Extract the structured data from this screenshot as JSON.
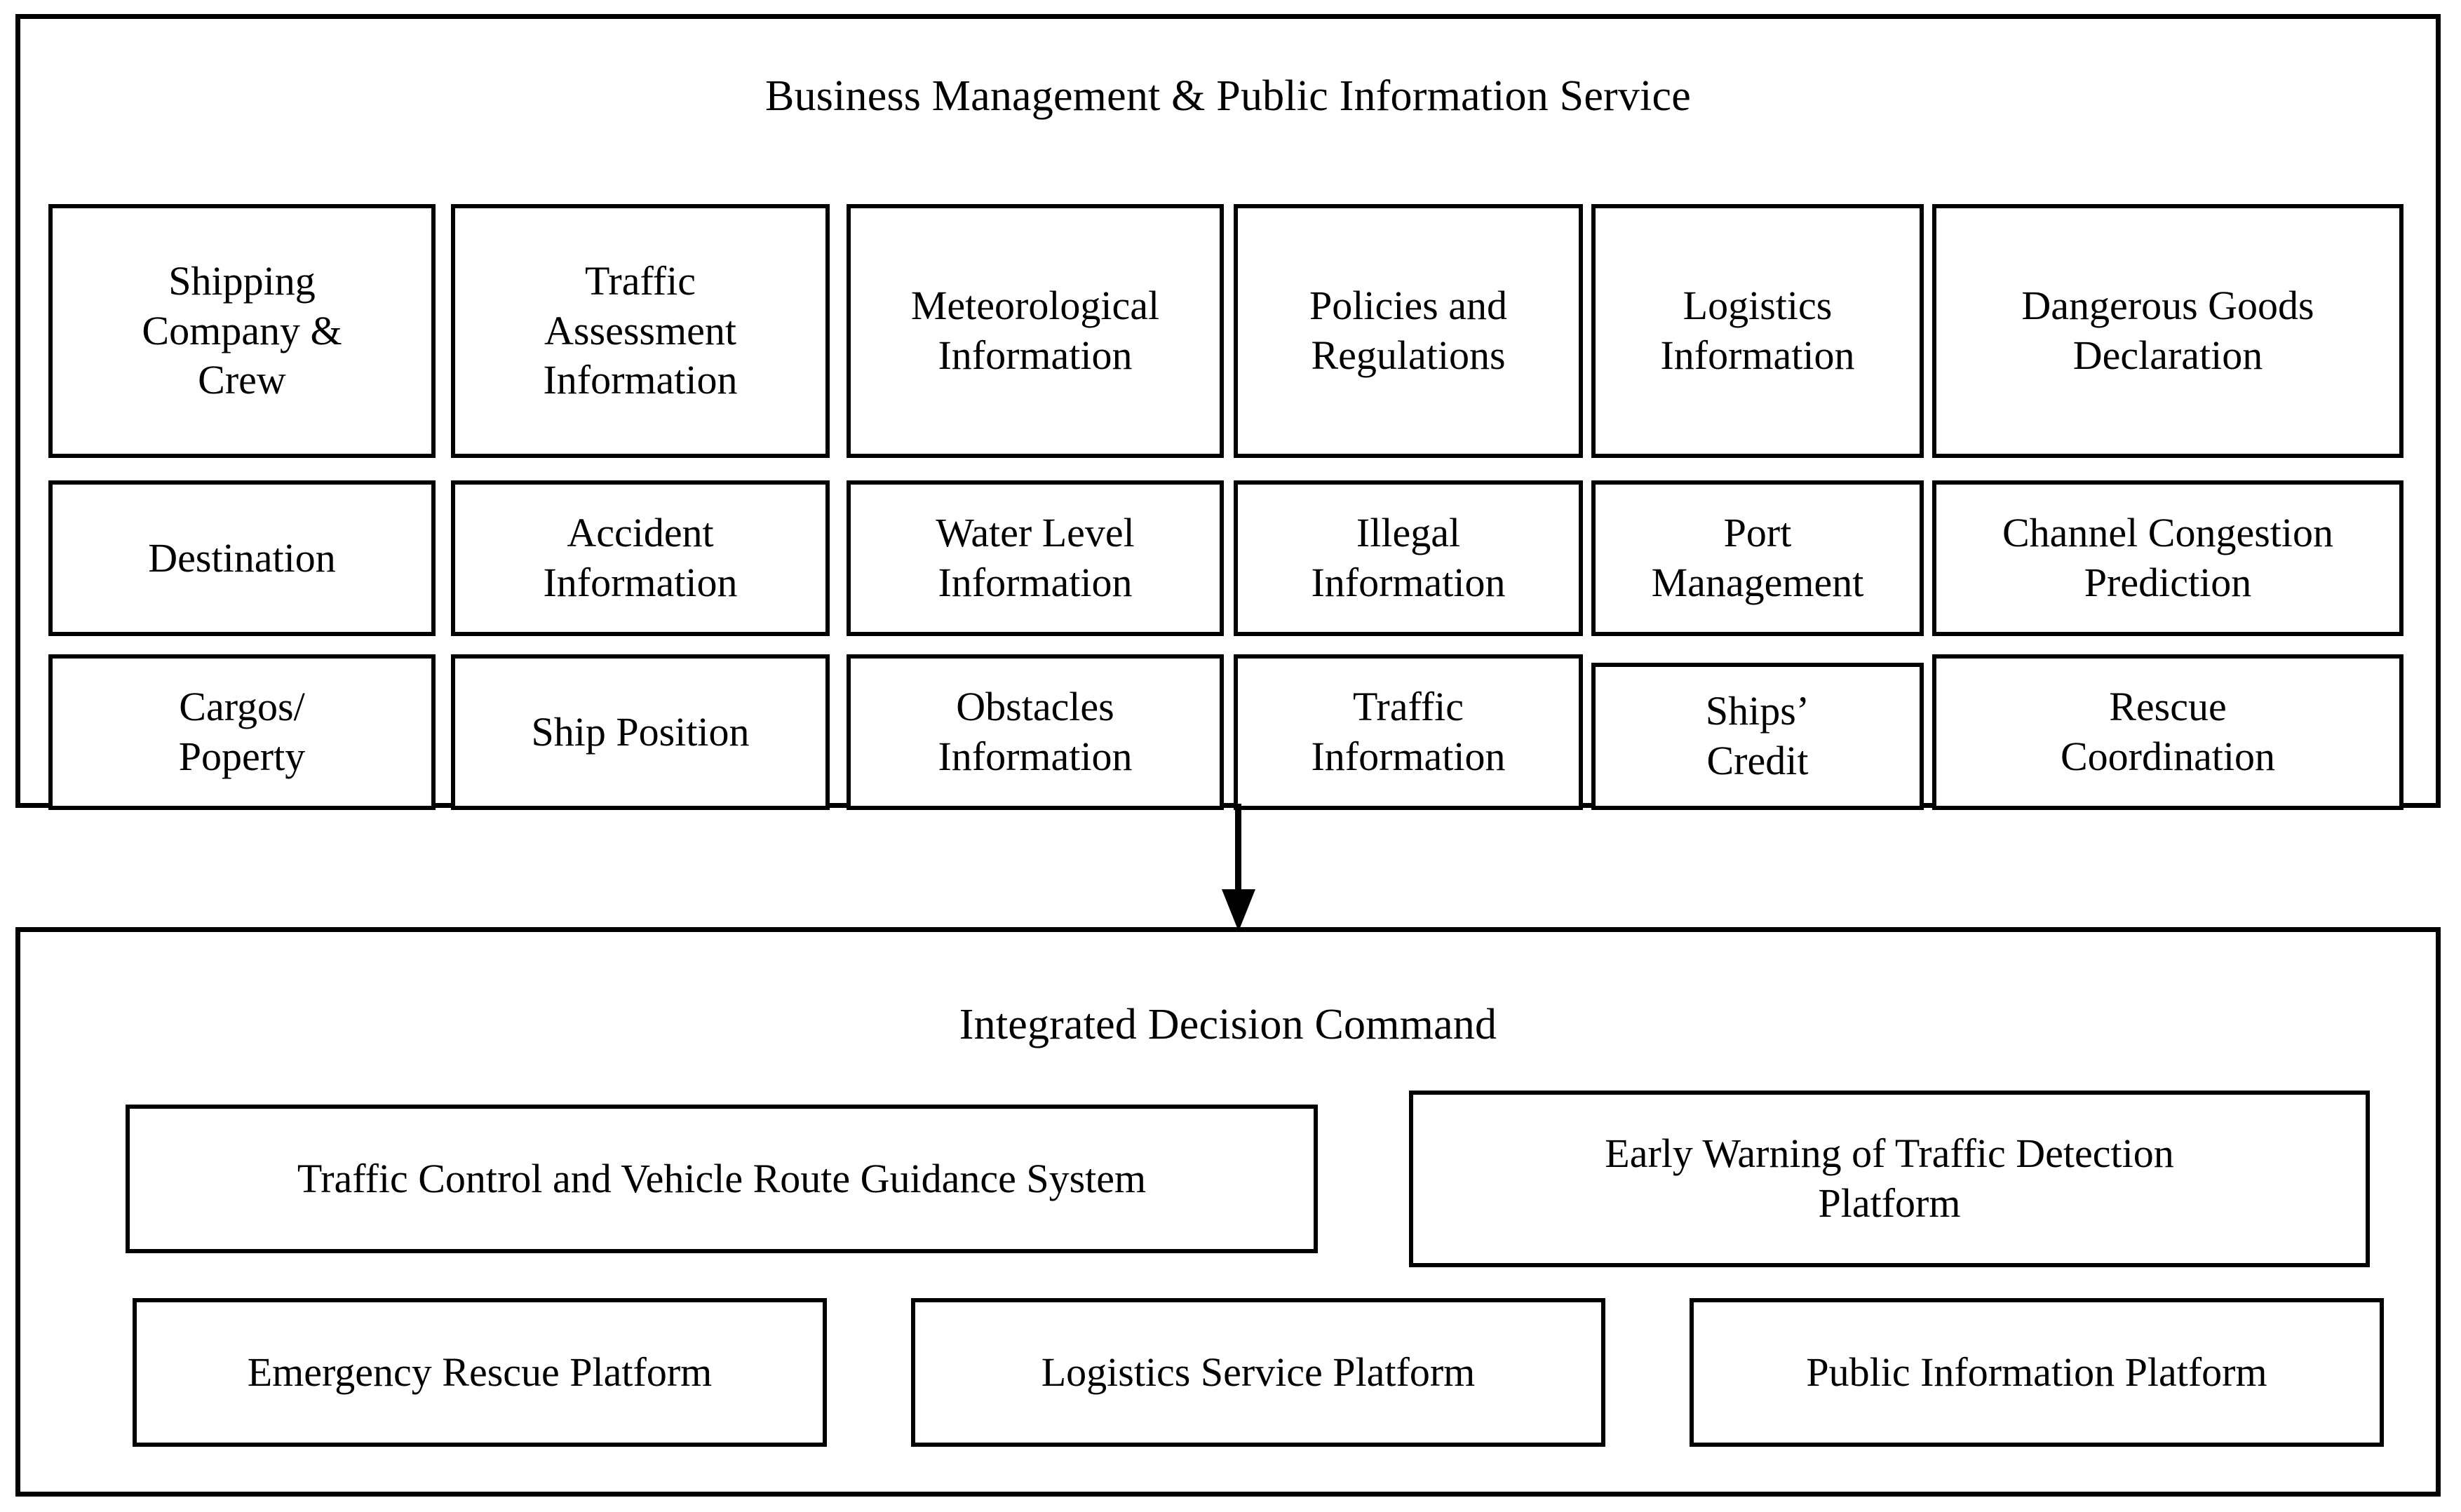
{
  "diagram": {
    "upper": {
      "title": "Business Management & Public Information Service",
      "rows": [
        {
          "cells": [
            {
              "label": "Shipping\nCompany &\nCrew"
            },
            {
              "label": "Traffic\nAssessment\nInformation"
            },
            {
              "label": "Meteorological\nInformation"
            },
            {
              "label": "Policies and\nRegulations"
            },
            {
              "label": "Logistics\nInformation"
            },
            {
              "label": "Dangerous Goods\nDeclaration"
            }
          ]
        },
        {
          "cells": [
            {
              "label": "Destination"
            },
            {
              "label": "Accident\nInformation"
            },
            {
              "label": "Water Level\nInformation"
            },
            {
              "label": "Illegal\nInformation"
            },
            {
              "label": "Port\nManagement"
            },
            {
              "label": "Channel Congestion\nPrediction"
            }
          ]
        },
        {
          "cells": [
            {
              "label": "Cargos/\nPoperty"
            },
            {
              "label": "Ship Position"
            },
            {
              "label": "Obstacles\nInformation"
            },
            {
              "label": "Traffic\nInformation"
            },
            {
              "label": "Ships’\nCredit"
            },
            {
              "label": "Rescue\nCoordination"
            }
          ]
        }
      ]
    },
    "connector": {
      "kind": "down-arrow",
      "from": "Business Management & Public Information Service",
      "to": "Integrated Decision Command"
    },
    "lower": {
      "title": "Integrated Decision Command",
      "rows": [
        {
          "cells": [
            {
              "label": "Traffic Control and Vehicle Route Guidance System"
            },
            {
              "label": "Early Warning of Traffic Detection\nPlatform"
            }
          ]
        },
        {
          "cells": [
            {
              "label": "Emergency Rescue Platform"
            },
            {
              "label": "Logistics Service Platform"
            },
            {
              "label": "Public Information Platform"
            }
          ]
        }
      ]
    },
    "colors": {
      "stroke": "#000000",
      "background": "#ffffff",
      "text": "#000000"
    }
  }
}
